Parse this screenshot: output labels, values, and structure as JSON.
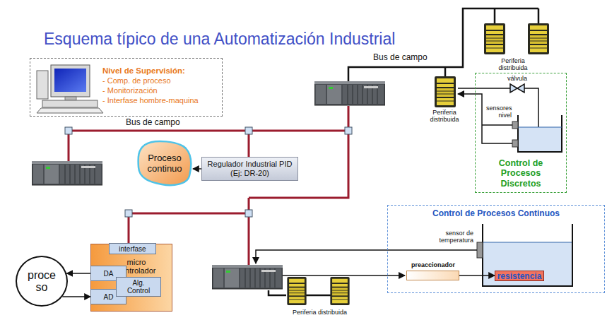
{
  "diagram": {
    "title": "Esquema típico de una Automatización Industrial",
    "nodes": [
      {
        "text": [
          "Nivel de Supervisión:",
          "- Comp. de proceso",
          "- Monitorización",
          "- Interfase hombre-maquina"
        ]
      },
      {
        "text": [
          "Periferia distribuida"
        ]
      },
      {
        "text": [
          "Periferia distribuida"
        ]
      },
      {
        "text": [
          "Control de Procesos Discretos"
        ]
      },
      {
        "text": [
          "Proceso continuo"
        ]
      },
      {
        "text": [
          "Regulador Industrial PID (Ej: DR-20)"
        ]
      },
      {
        "text": [
          "Control de Procesos Continuos"
        ]
      },
      {
        "text": [
          "preaccionador"
        ],
        "in": 6
      },
      {
        "text": [
          "resistencia"
        ],
        "in": 6
      },
      {
        "text": [
          "proce so"
        ]
      },
      {
        "text": [
          "micro controlador"
        ]
      },
      {
        "text": [
          "interfase"
        ],
        "in": 10
      },
      {
        "text": [
          "DA"
        ],
        "in": 10
      },
      {
        "text": [
          "AD"
        ],
        "in": 10
      },
      {
        "text": [
          "Alg. Control"
        ],
        "in": 10
      },
      {
        "text": [
          "Periferia distribuida"
        ]
      }
    ],
    "edges": [
      {
        "from": 5,
        "to": 4,
        "arrow": "to"
      },
      {
        "from": 12,
        "to": 9,
        "arrow": "to"
      },
      {
        "from": 9,
        "to": 13,
        "arrow": "to"
      },
      {
        "from": 7,
        "to": 8,
        "arrow": "to"
      }
    ],
    "labels": [
      "Bus de campo",
      "válvula",
      "sensores nivel",
      "Bus de campo",
      "sensor de temperatura"
    ]
  }
}
